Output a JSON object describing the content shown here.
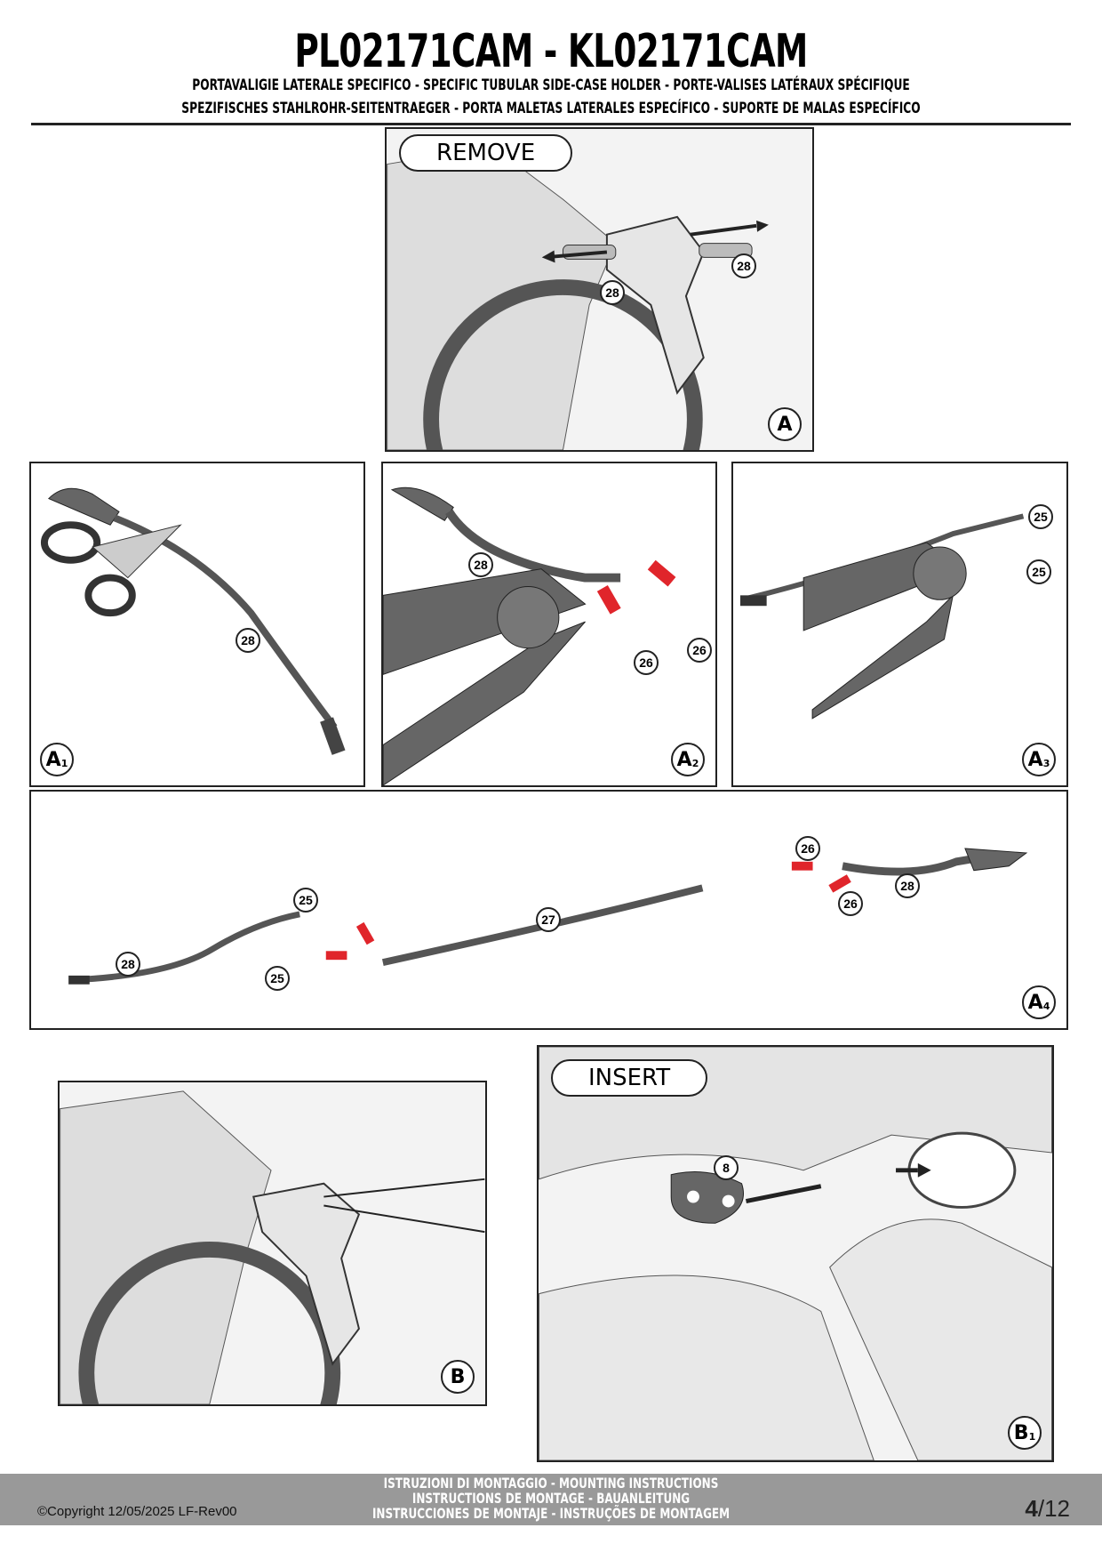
{
  "header": {
    "title": "PL02171CAM - KL02171CAM",
    "subtitle_1": "PORTAVALIGIE LATERALE SPECIFICO  -  SPECIFIC TUBULAR SIDE-CASE HOLDER  - PORTE-VALISES LATÉRAUX SPÉCIFIQUE",
    "subtitle_2": "SPEZIFISCHES STAHLROHR-SEITENTRAEGER - PORTA MALETAS LATERALES ESPECÍFICO - SUPORTE DE MALAS ESPECÍFICO"
  },
  "panels": {
    "A": {
      "label": "A",
      "tag": "REMOVE",
      "callouts": [
        "28",
        "28"
      ]
    },
    "A1": {
      "label": "A",
      "sub": "1",
      "callouts": [
        "28"
      ]
    },
    "A2": {
      "label": "A",
      "sub": "2",
      "callouts": [
        "28",
        "26",
        "26"
      ]
    },
    "A3": {
      "label": "A",
      "sub": "3",
      "callouts": [
        "25",
        "25"
      ]
    },
    "A4": {
      "label": "A",
      "sub": "4",
      "callouts": [
        "28",
        "25",
        "25",
        "27",
        "26",
        "26",
        "28"
      ]
    },
    "B": {
      "label": "B"
    },
    "B1": {
      "label": "B",
      "sub": "1",
      "tag": "INSERT",
      "callouts": [
        "8"
      ]
    }
  },
  "footer": {
    "copyright": "©Copyright 12/05/2025 LF-Rev00",
    "instructions": [
      "ISTRUZIONI DI MONTAGGIO  -  MOUNTING INSTRUCTIONS",
      "INSTRUCTIONS DE MONTAGE - BAUANLEITUNG",
      "INSTRUCCIONES DE MONTAJE - INSTRUÇÕES DE MONTAGEM"
    ],
    "page_current": "4",
    "page_total": "/12"
  },
  "colors": {
    "connector_red": "#e0252b",
    "footer_gray": "#999999"
  }
}
